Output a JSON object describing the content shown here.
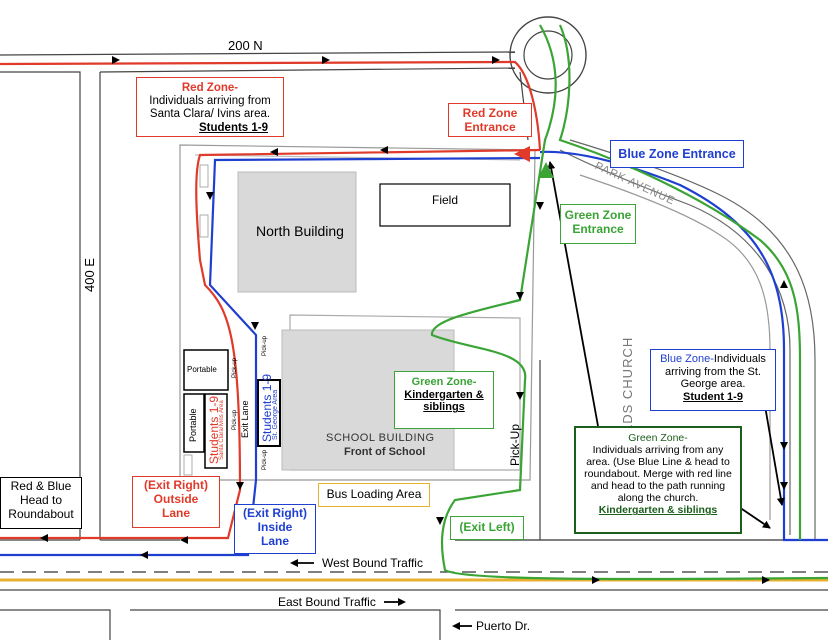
{
  "colors": {
    "red_route": "#e03a2a",
    "blue_route": "#1f3fd0",
    "green_route": "#3aa435",
    "dark_green": "#1c5e1c",
    "bus_orange": "#e8b030",
    "building_gray": "#d9d9d9"
  },
  "streets": {
    "north": "200 N",
    "west": "400 E",
    "park_avenue": "PARK AVENUE",
    "church": "LDS CHURCH",
    "west_bound": "West Bound Traffic",
    "east_bound": "East Bound Traffic",
    "puerto": "Puerto Dr."
  },
  "places": {
    "north_building": "North Building",
    "field": "Field",
    "school_building": "SCHOOL BUILDING",
    "front_of_school": "Front of School",
    "portable_1": "Portable",
    "portable_2": "Portable",
    "exit_lane": "Exit Lane",
    "pick_up": "Pick-Up",
    "pick_up_small": "Pick-up"
  },
  "red_zone": {
    "title": "Red Zone-",
    "text": "Individuals arriving from Santa Clara/ Ivins area.",
    "emph": "Students 1-9",
    "entrance_line1": "Red Zone",
    "entrance_line2": "Entrance",
    "exit_line1": "(Exit Right)",
    "exit_line2": "Outside",
    "exit_line3": "Lane"
  },
  "blue_zone": {
    "entrance": "Blue Zone Entrance",
    "title": "Blue Zone-",
    "text": "Individuals arriving from the St. George area.",
    "emph": "Student 1-9",
    "exit_line1": "(Exit Right)",
    "exit_line2": "Inside",
    "exit_line3": "Lane"
  },
  "green_zone": {
    "entrance_line1": "Green Zone",
    "entrance_line2": "Entrance",
    "title": "Green Zone-",
    "emph1": "Kindergarten &",
    "emph2": "siblings",
    "detail_title": "Green Zone-",
    "detail_text": "Individuals arriving from any area. (Use Blue Line & head to roundabout. Merge with red line and head to the path running along the church.",
    "detail_emph": "Kindergarten & siblings",
    "exit": "(Exit Left)"
  },
  "signs": {
    "red_students": "Students 1-9",
    "red_area": "Santa Clara/Ivins Area",
    "blue_students": "Students 1-9",
    "blue_area": "St. George Area"
  },
  "misc": {
    "bus_loading": "Bus Loading Area",
    "roundabout_line1": "Red & Blue",
    "roundabout_line2": "Head to",
    "roundabout_line3": "Roundabout"
  }
}
